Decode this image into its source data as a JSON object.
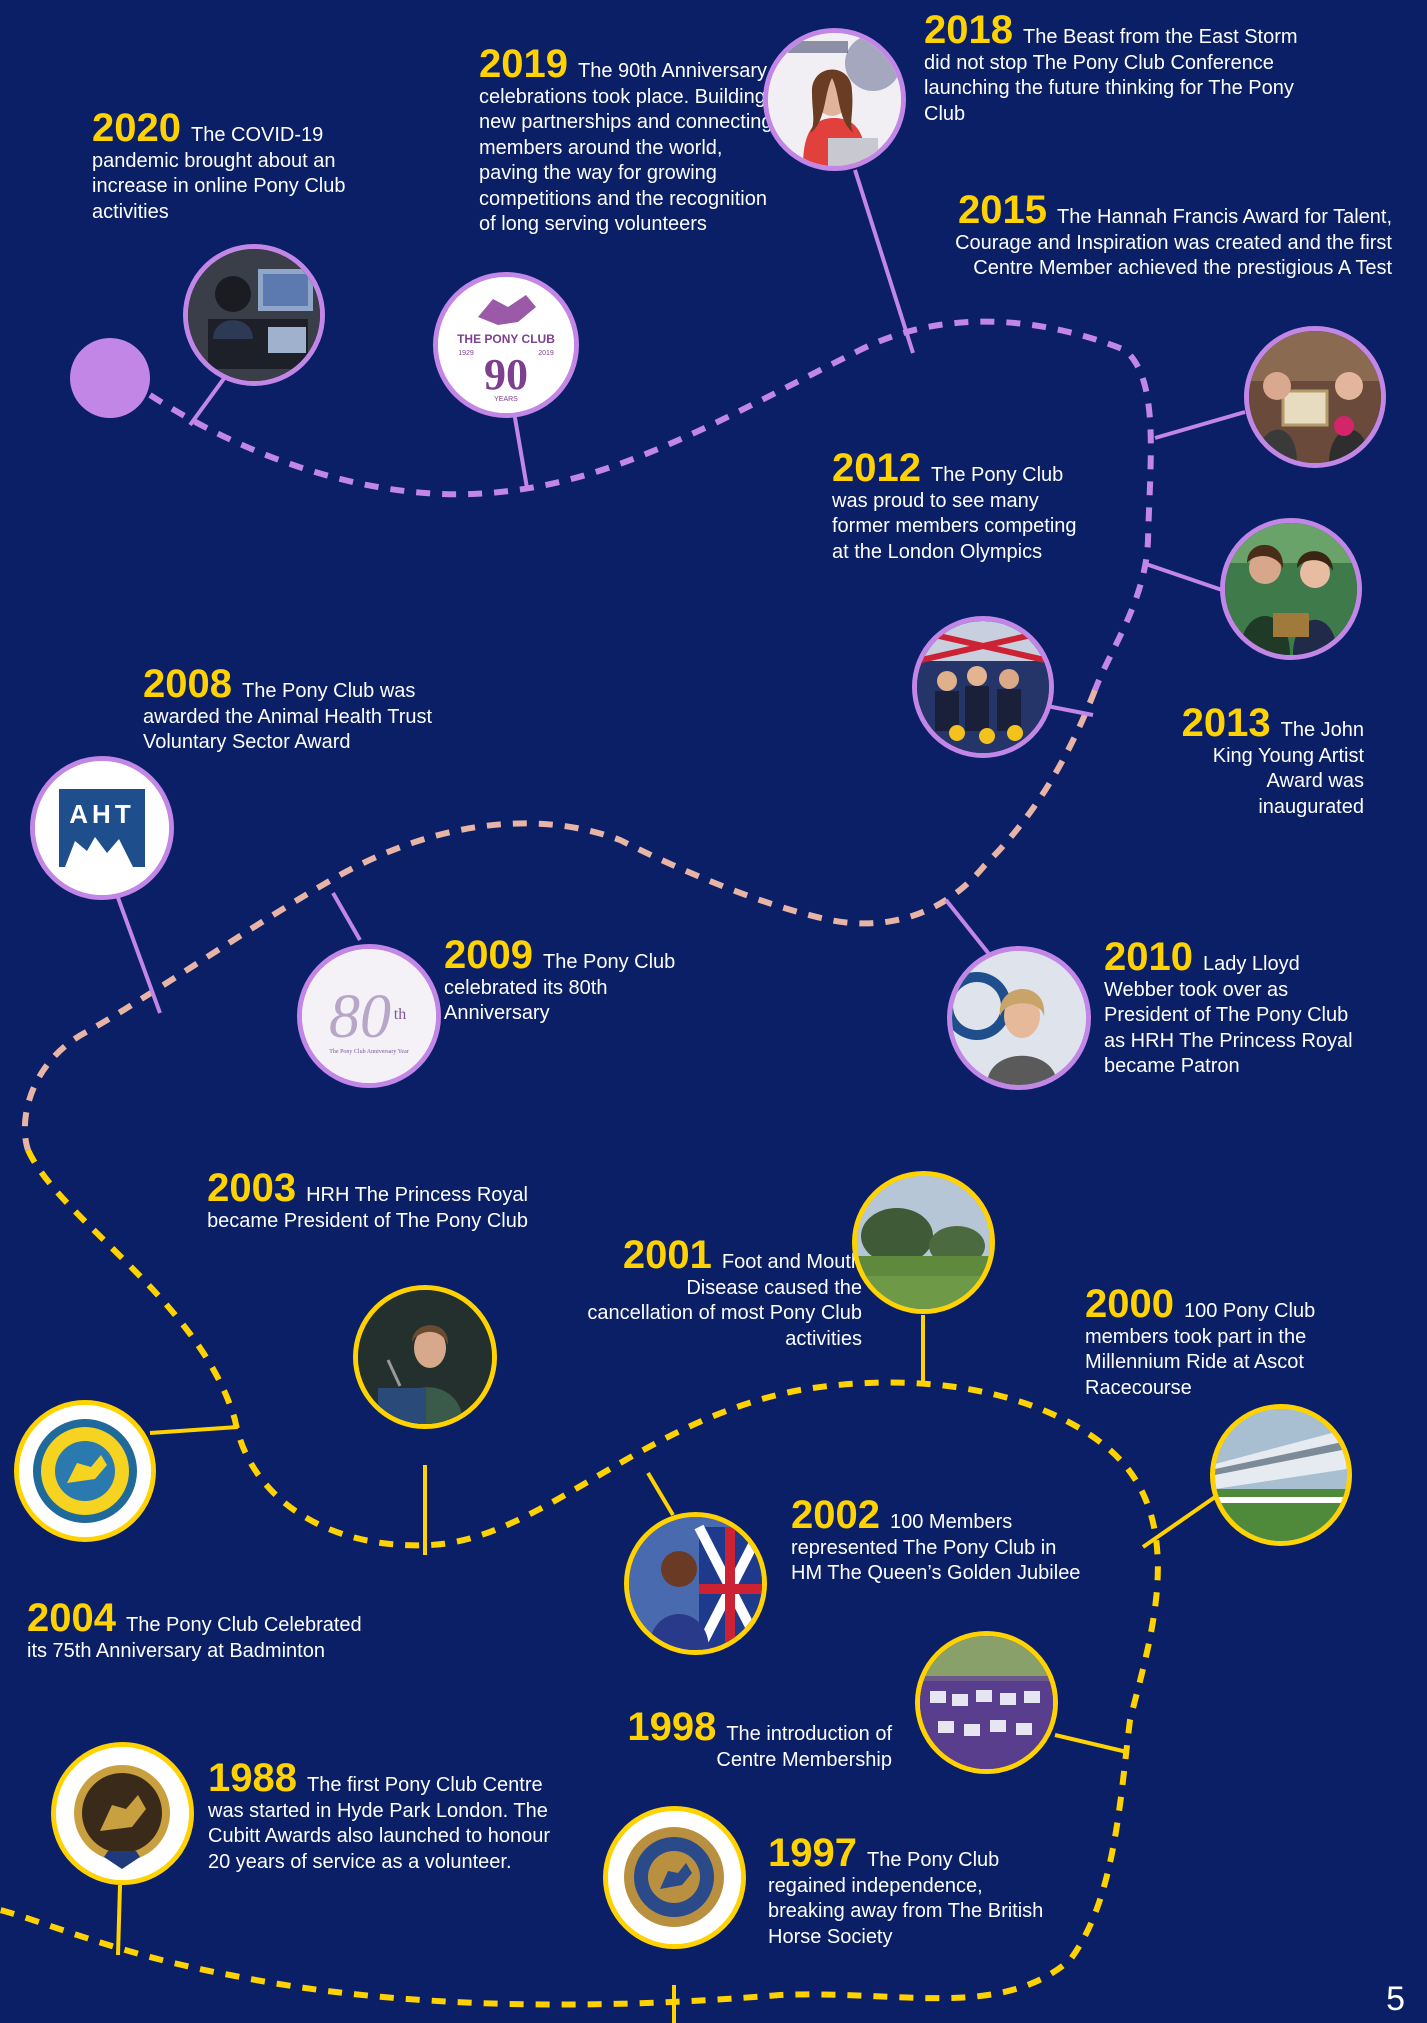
{
  "colors": {
    "background": "#0a1f66",
    "year": "#ffd200",
    "purple_accent": "#c186e6",
    "gold_accent": "#ffd200",
    "peach_path": "#e8b4a6",
    "text": "#ffffff"
  },
  "events": [
    {
      "year": "2020",
      "text": "The COVID-19 pandemic brought about an increase in online Pony Club activities"
    },
    {
      "year": "2019",
      "text": "The 90th Anniversary celebrations took place. Building new partnerships and connecting members around the world, paving the way for growing competitions and the recognition of long serving volunteers"
    },
    {
      "year": "2018",
      "text": "The Beast from the East Storm did not stop The Pony Club Conference launching the future thinking for The Pony Club"
    },
    {
      "year": "2015",
      "text": "The Hannah Francis Award for Talent, Courage and Inspiration was created and the first Centre Member achieved the prestigious A Test"
    },
    {
      "year": "2012",
      "text": "The Pony Club was proud to see many former members competing at the London Olympics"
    },
    {
      "year": "2013",
      "text": "The John King Young Artist Award was inaugurated"
    },
    {
      "year": "2008",
      "text": "The Pony Club was awarded the Animal Health Trust Voluntary Sector Award"
    },
    {
      "year": "2009",
      "text": "The Pony Club celebrated its 80th Anniversary"
    },
    {
      "year": "2010",
      "text": "Lady Lloyd Webber took over as President of The Pony Club as HRH The Princess Royal became Patron"
    },
    {
      "year": "2003",
      "text": "HRH The Princess Royal became President of The Pony Club"
    },
    {
      "year": "2001",
      "text": "Foot and Mouth Disease caused the cancellation of most Pony Club activities"
    },
    {
      "year": "2000",
      "text": "100 Pony Club members took part in the Millennium Ride at Ascot Racecourse"
    },
    {
      "year": "2002",
      "text": "100 Members represented The Pony Club in HM The Queen’s Golden Jubilee"
    },
    {
      "year": "2004",
      "text": "The Pony Club Celebrated its 75th Anniversary at Badminton"
    },
    {
      "year": "1998",
      "text": "The introduction of Centre Membership"
    },
    {
      "year": "1988",
      "text": "The first Pony Club Centre was started in Hyde Park London. The Cubitt Awards also launched to honour 20 years of service as a volunteer."
    },
    {
      "year": "1997",
      "text": "The Pony Club regained independence, breaking away from The British Horse Society"
    }
  ],
  "logos": {
    "pony90_top": "THE PONY CLUB",
    "pony90_num": "90",
    "pony90_years": "YEARS",
    "pony90_from": "1929",
    "pony90_to": "2019",
    "aht": "AHT",
    "eighty_num": "80",
    "eighty_th": "th",
    "eighty_caption": "The Pony Club Anniversary Year"
  },
  "page_number": "5"
}
